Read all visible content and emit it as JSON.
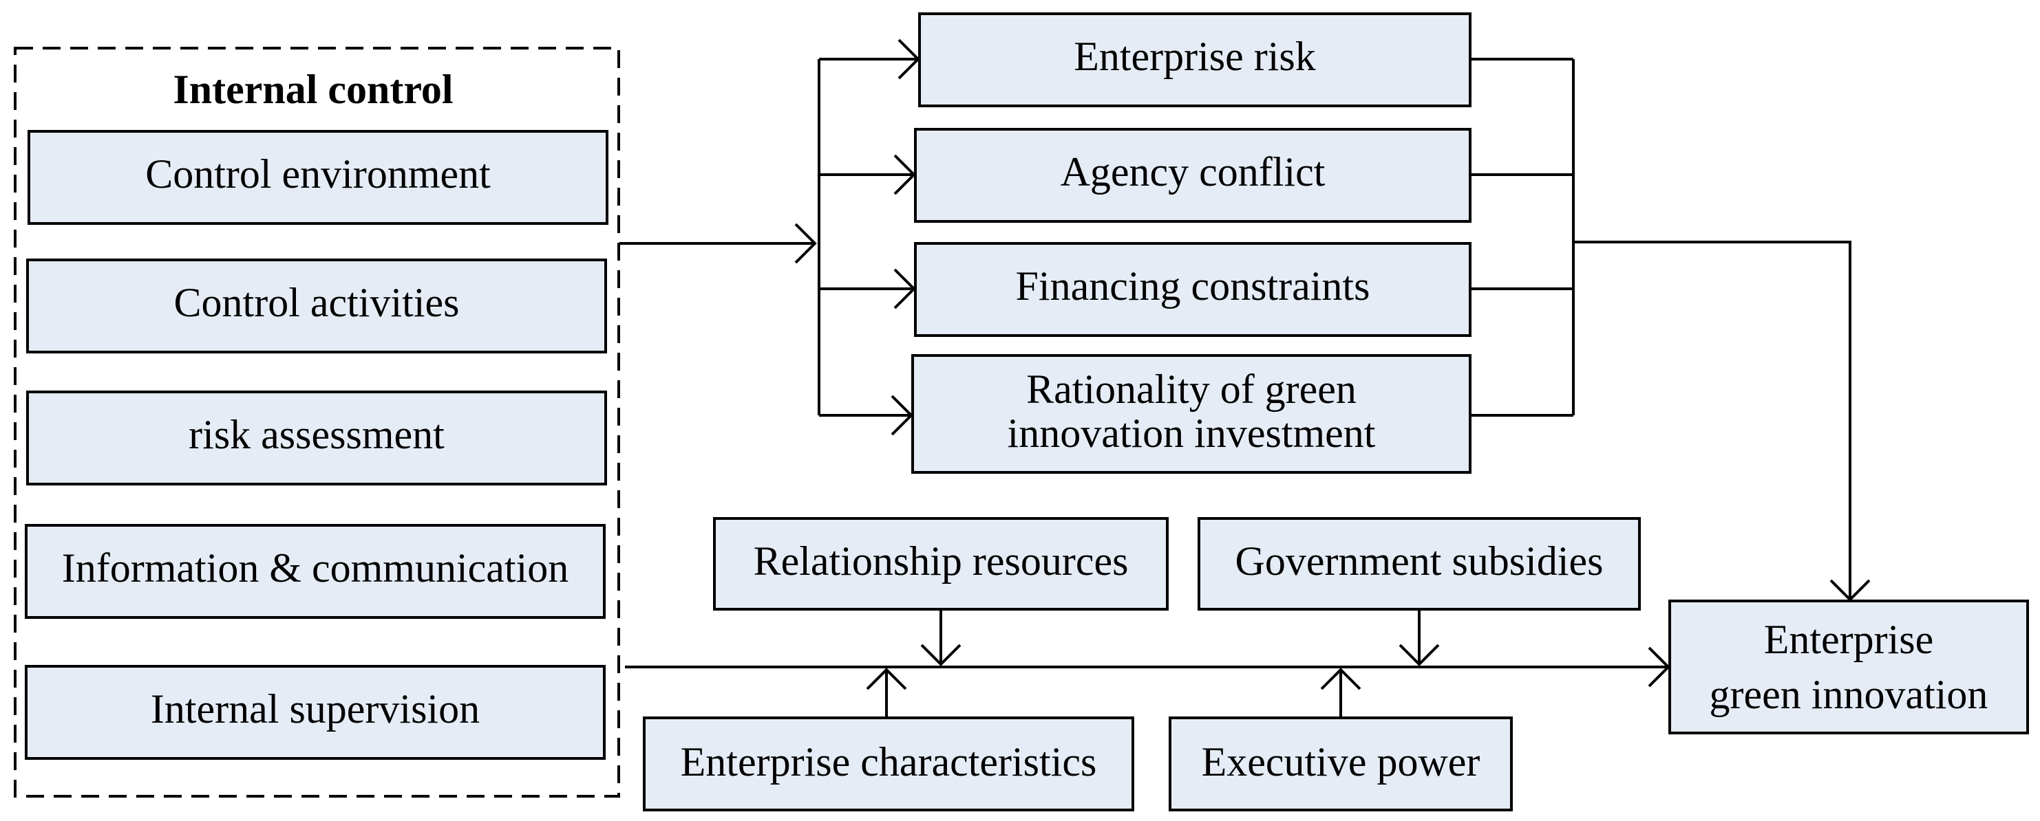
{
  "internal_control": {
    "title": "Internal control",
    "components": [
      "Control environment",
      "Control activities",
      "risk assessment",
      "Information & communication",
      "Internal supervision"
    ]
  },
  "mediators": [
    {
      "lines": [
        "Enterprise risk"
      ]
    },
    {
      "lines": [
        "Agency conflict"
      ]
    },
    {
      "lines": [
        "Financing constraints"
      ]
    },
    {
      "lines": [
        "Rationality of green",
        "innovation investment"
      ]
    }
  ],
  "moderators": {
    "relationship_resources": "Relationship resources",
    "government_subsidies": "Government subsidies",
    "enterprise_characteristics": "Enterprise characteristics",
    "executive_power": "Executive power"
  },
  "outcome": {
    "lines": [
      "Enterprise",
      "green innovation"
    ]
  }
}
